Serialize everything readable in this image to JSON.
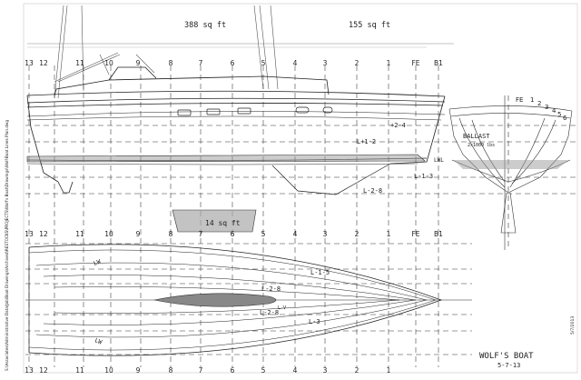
{
  "sail_areas": {
    "main": "388 sq ft",
    "jib": "155 sq ft"
  },
  "profile_stations": [
    "13",
    "12",
    "11",
    "10",
    "9",
    "8",
    "7",
    "6",
    "5",
    "4",
    "3",
    "2",
    "1",
    "FE",
    "B1"
  ],
  "plan_stations": [
    "13",
    "12",
    "11",
    "10",
    "9",
    "8",
    "7",
    "6",
    "5",
    "4",
    "3",
    "2",
    "1",
    "FE",
    "B1"
  ],
  "bottom_stations": [
    "13",
    "12",
    "11",
    "10",
    "9",
    "8",
    "7",
    "6",
    "5",
    "4",
    "3",
    "2",
    "1"
  ],
  "body_plan_labels": {
    "fe": "FE",
    "stations": [
      "1",
      "2",
      "3",
      "4",
      "5",
      "6"
    ]
  },
  "waterlines": {
    "p24": "+2-4",
    "lp12": "L+1-2",
    "lwl": "LWL",
    "lm13": "L-1-3",
    "lm28": "L-2-8",
    "ballast": "BALLAST",
    "ballast_sub": "2x1000 lbs"
  },
  "keel_area": "14 sq ft",
  "plan_labels": {
    "lw": "LW",
    "lw2": "LW",
    "l15": "L-1-5",
    "l28": "L-2-8",
    "l28b": "L-2-8",
    "l3": "L-3",
    "lv": "L-V"
  },
  "title_block": {
    "title": "WOLF'S BOAT",
    "date": "5-7-13"
  },
  "margin_path": "S:\\Associates\\Administrative Data\\Job\\Boat Drawings\\Archived\\RESTOCKS\\PROJECTS\\Wolf's Boat\\Drawings\\Wolf-Boat Lines Plan.dwg",
  "corner_date": "5/7/2013"
}
